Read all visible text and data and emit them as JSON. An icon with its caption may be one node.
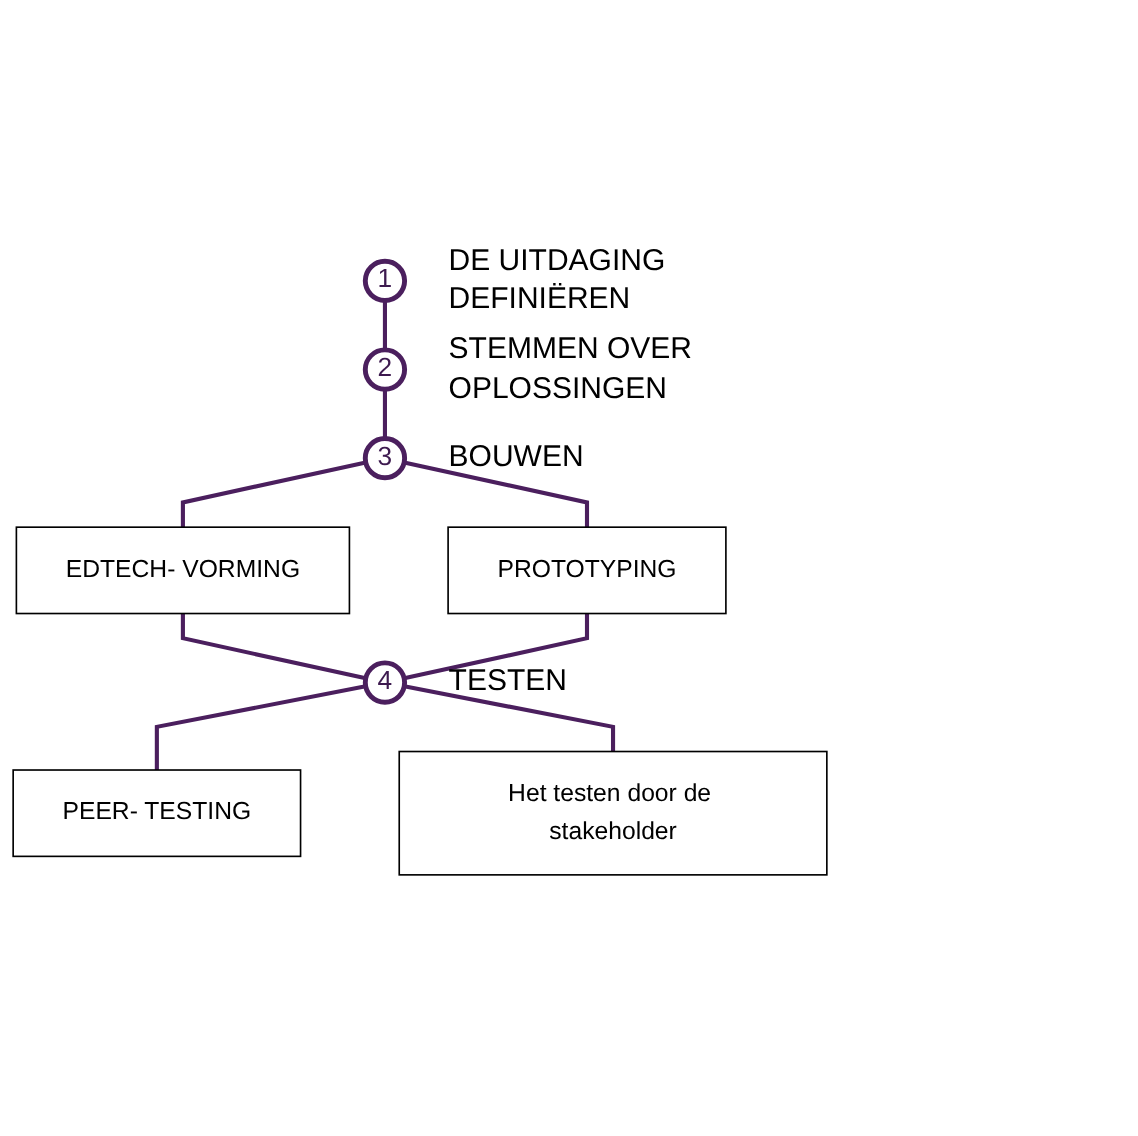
{
  "diagram": {
    "nodes": [
      {
        "text": [
          "1"
        ],
        "beside": [
          "DE UITDAGING DEFINIËREN"
        ]
      },
      {
        "text": [
          "2"
        ],
        "beside": [
          "STEMMEN OVER OPLOSSINGEN"
        ]
      },
      {
        "text": [
          "3"
        ],
        "beside": [
          "BOUWEN"
        ]
      },
      {
        "text": [
          "EDTECH- VORMING"
        ]
      },
      {
        "text": [
          "PROTOTYPING"
        ]
      },
      {
        "text": [
          "4"
        ],
        "beside": [
          "TESTEN"
        ]
      },
      {
        "text": [
          "PEER- TESTING"
        ]
      },
      {
        "text": [
          "Het testen door de stakeholder"
        ]
      }
    ],
    "edges": [
      {
        "from": 0,
        "to": 1,
        "arrow": "none"
      },
      {
        "from": 1,
        "to": 2,
        "arrow": "none"
      },
      {
        "from": 2,
        "to": 3,
        "arrow": "none"
      },
      {
        "from": 2,
        "to": 4,
        "arrow": "none"
      },
      {
        "from": 3,
        "to": 5,
        "arrow": "none"
      },
      {
        "from": 4,
        "to": 5,
        "arrow": "none"
      },
      {
        "from": 5,
        "to": 6,
        "arrow": "none"
      },
      {
        "from": 5,
        "to": 7,
        "arrow": "none"
      }
    ]
  }
}
